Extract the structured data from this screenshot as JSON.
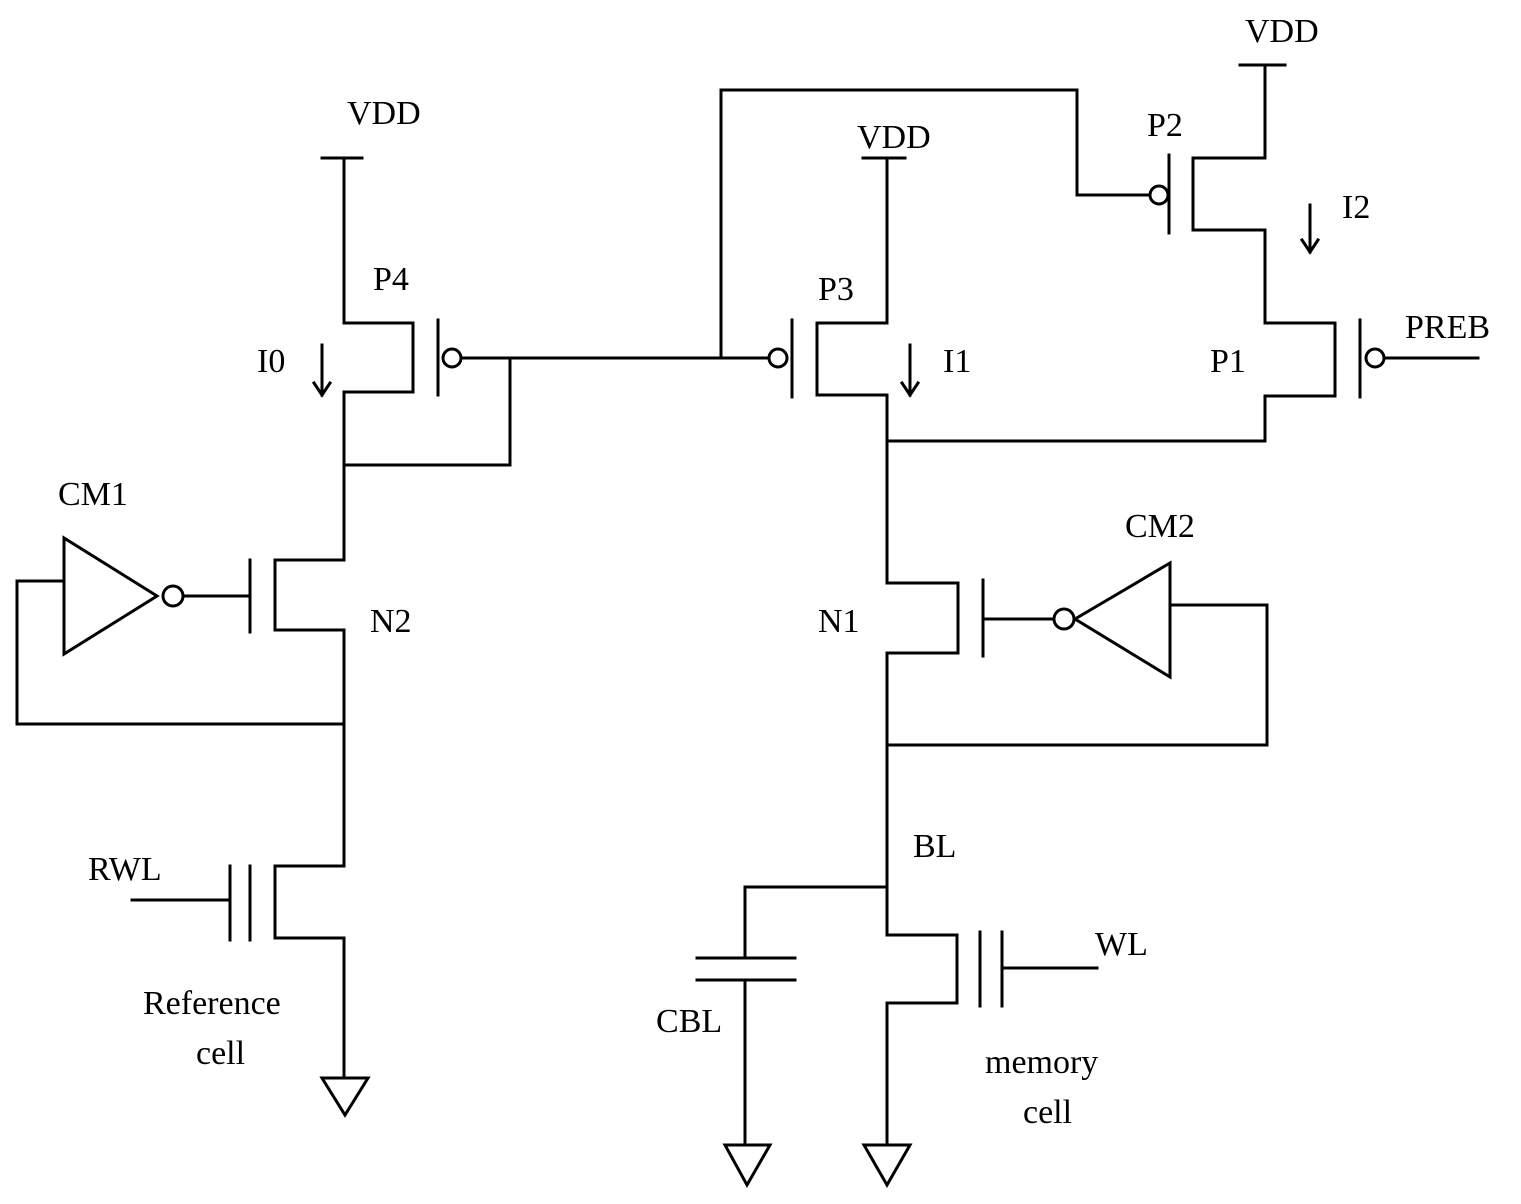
{
  "power": {
    "vdd_p4": "VDD",
    "vdd_p3": "VDD",
    "vdd_p2": "VDD"
  },
  "transistors": {
    "p1": "P1",
    "p2": "P2",
    "p3": "P3",
    "p4": "P4",
    "n1": "N1",
    "n2": "N2"
  },
  "inverters": {
    "cm1": "CM1",
    "cm2": "CM2"
  },
  "currents": {
    "i0": "I0",
    "i1": "I1",
    "i2": "I2"
  },
  "signals": {
    "preb": "PREB",
    "rwl": "RWL",
    "wl": "WL",
    "bl": "BL"
  },
  "capacitor": {
    "main": "C",
    "sub": "BL"
  },
  "cells": {
    "reference_line1": "Reference",
    "reference_line2": "cell",
    "memory_line1": "memory",
    "memory_line2": "cell"
  }
}
